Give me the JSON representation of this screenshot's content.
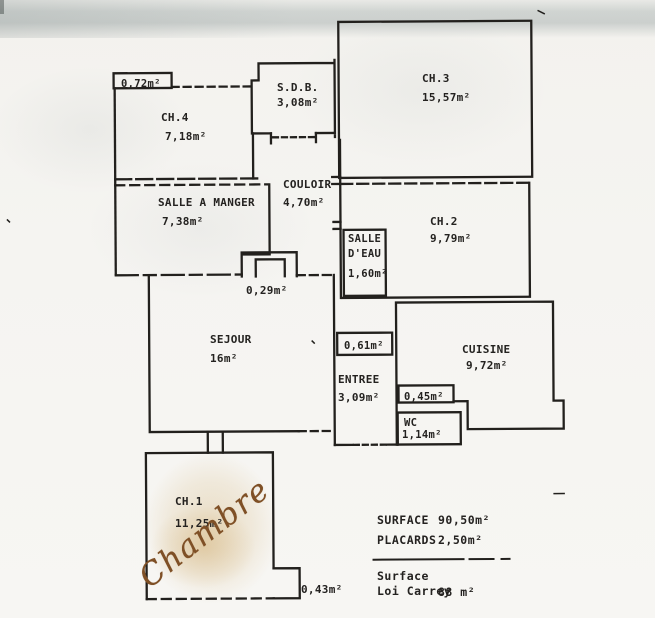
{
  "rooms": {
    "ch4": {
      "name": "CH.4",
      "area": "7,18m²"
    },
    "sdb": {
      "name": "S.D.B.",
      "area": "3,08m²"
    },
    "ch3": {
      "name": "CH.3",
      "area": "15,57m²"
    },
    "salle_a_manger": {
      "name": "SALLE A MANGER",
      "area": "7,38m²"
    },
    "couloir": {
      "name": "COULOIR",
      "area": "4,70m²"
    },
    "ch2": {
      "name": "CH.2",
      "area": "9,79m²"
    },
    "salle_deau": {
      "name_lines": [
        "SALLE",
        "D'EAU"
      ],
      "area": "1,60m²"
    },
    "sejour": {
      "name": "SEJOUR",
      "area": "16m²"
    },
    "entree": {
      "name": "ENTREE",
      "area": "3,09m²"
    },
    "cuisine": {
      "name": "CUISINE",
      "area": "9,72m²"
    },
    "wc": {
      "name": "WC",
      "area": "1,14m²"
    },
    "ch1": {
      "name": "CH.1",
      "area": "11,25m²"
    }
  },
  "placards": {
    "closet_072": "0,72m²",
    "closet_029": "0,29m²",
    "closet_061": "0,61m²",
    "closet_045": "0,45m²",
    "closet_043": "0,43m²"
  },
  "summary": {
    "surface_label": "SURFACE",
    "surface_value": "90,50m²",
    "placards_label": "PLACARDS",
    "placards_value": "2,50m²",
    "carrez_label_line1": "Surface",
    "carrez_label_line2": "Loi Carrey",
    "carrez_value": "88 m²"
  },
  "annotations": {
    "handwritten_room_name": "Chambre"
  },
  "colors": {
    "ink": "#22201d",
    "handwriting": "#7f5026",
    "paper": "#f5f4f1",
    "scan_band": "#aab5b4",
    "stain": "#d8bd89"
  }
}
